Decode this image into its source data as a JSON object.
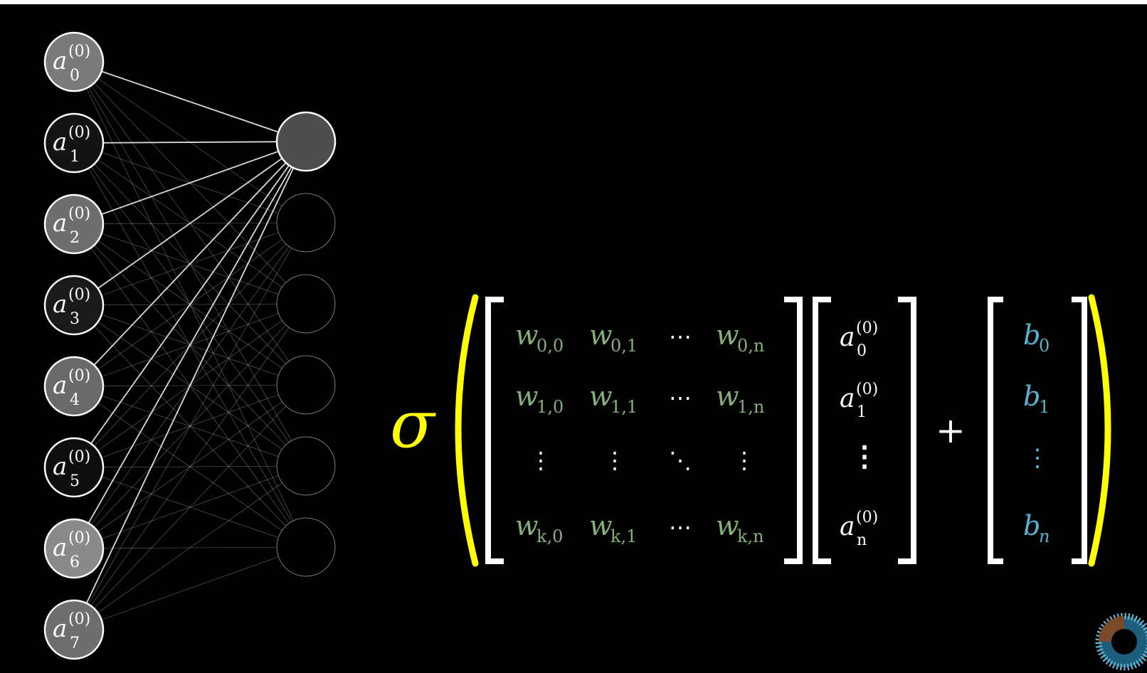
{
  "network": {
    "input_neurons": [
      {
        "symbol": "a",
        "subscript": "0",
        "superscript": "(0)",
        "shade": "#7a7a7a"
      },
      {
        "symbol": "a",
        "subscript": "1",
        "superscript": "(0)",
        "shade": "#141414"
      },
      {
        "symbol": "a",
        "subscript": "2",
        "superscript": "(0)",
        "shade": "#6e6e6e"
      },
      {
        "symbol": "a",
        "subscript": "3",
        "superscript": "(0)",
        "shade": "#1a1a1a"
      },
      {
        "symbol": "a",
        "subscript": "4",
        "superscript": "(0)",
        "shade": "#6a6a6a"
      },
      {
        "symbol": "a",
        "subscript": "5",
        "superscript": "(0)",
        "shade": "#0e0e0e"
      },
      {
        "symbol": "a",
        "subscript": "6",
        "superscript": "(0)",
        "shade": "#8a8a8a"
      },
      {
        "symbol": "a",
        "subscript": "7",
        "superscript": "(0)",
        "shade": "#6e6e6e"
      }
    ],
    "output_neurons": [
      {
        "shade": "#4d4d4d",
        "highlighted": true
      },
      {
        "shade": "#000000",
        "highlighted": false
      },
      {
        "shade": "#000000",
        "highlighted": false
      },
      {
        "shade": "#000000",
        "highlighted": false
      },
      {
        "shade": "#000000",
        "highlighted": false
      },
      {
        "shade": "#000000",
        "highlighted": false
      }
    ]
  },
  "equation": {
    "sigma": "σ",
    "plus": "+",
    "weight_matrix": [
      [
        {
          "base": "w",
          "sub": "0,0"
        },
        {
          "base": "w",
          "sub": "0,1"
        },
        {
          "base": "⋯",
          "sub": ""
        },
        {
          "base": "w",
          "sub": "0,n"
        }
      ],
      [
        {
          "base": "w",
          "sub": "1,0"
        },
        {
          "base": "w",
          "sub": "1,1"
        },
        {
          "base": "⋯",
          "sub": ""
        },
        {
          "base": "w",
          "sub": "1,n"
        }
      ],
      [
        {
          "base": "⋮",
          "sub": ""
        },
        {
          "base": "⋮",
          "sub": ""
        },
        {
          "base": "⋱",
          "sub": ""
        },
        {
          "base": "⋮",
          "sub": ""
        }
      ],
      [
        {
          "base": "w",
          "sub": "k,0"
        },
        {
          "base": "w",
          "sub": "k,1"
        },
        {
          "base": "⋯",
          "sub": ""
        },
        {
          "base": "w",
          "sub": "k,n"
        }
      ]
    ],
    "activation_vector": [
      {
        "base": "a",
        "sub": "0",
        "sup": "(0)"
      },
      {
        "base": "a",
        "sub": "1",
        "sup": "(0)"
      },
      {
        "base": "⋮",
        "sub": "",
        "sup": ""
      },
      {
        "base": "a",
        "sub": "n",
        "sup": "(0)"
      }
    ],
    "bias_vector": [
      {
        "base": "b",
        "sub": "0"
      },
      {
        "base": "b",
        "sub": "1"
      },
      {
        "base": "⋮",
        "sub": ""
      },
      {
        "base": "b",
        "sub": "n"
      }
    ]
  },
  "colors": {
    "background": "#000000",
    "weight": "#86b07a",
    "bias": "#58b4d2",
    "sigma": "#ffff00",
    "bracket": "#ffffff",
    "activation": "#ffffff"
  }
}
